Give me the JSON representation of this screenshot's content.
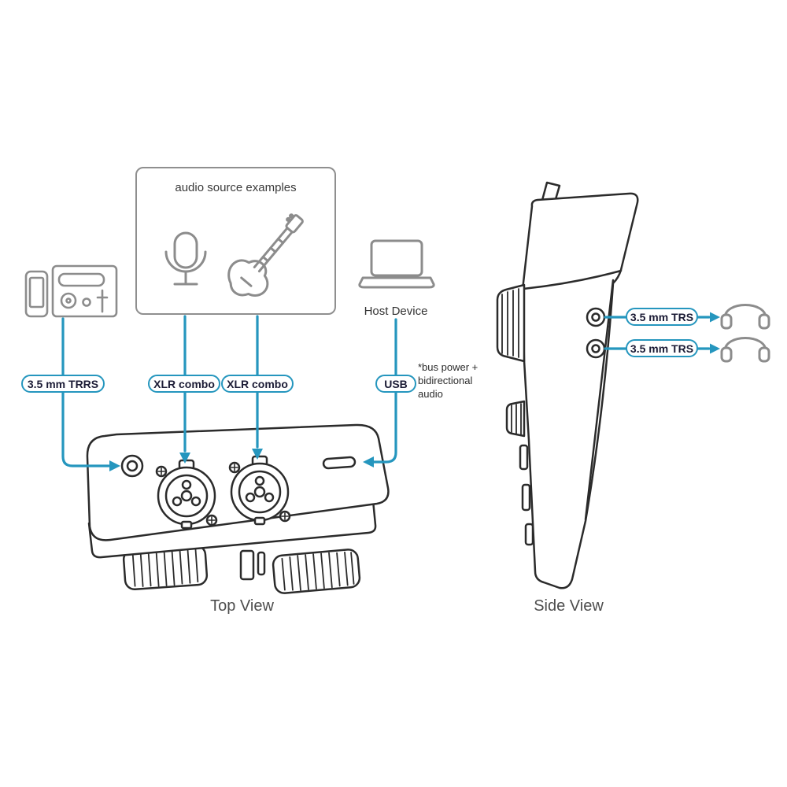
{
  "labels": {
    "audio_source_title": "audio source examples",
    "host_device": "Host Device",
    "trrs": "3.5 mm TRRS",
    "xlr_combo_1": "XLR combo",
    "xlr_combo_2": "XLR combo",
    "usb": "USB",
    "trs_1": "3.5 mm TRS",
    "trs_2": "3.5 mm TRS",
    "bus_note": "*bus power + bidirectional audio",
    "top_view": "Top View",
    "side_view": "Side View"
  },
  "colors": {
    "accent": "#2596BE",
    "device_outline": "#2B2B2B",
    "icon_gray": "#8C8C8C",
    "label_text": "#1B1B35",
    "caption_text": "#4D4D4D"
  },
  "icons": [
    "phone-icon",
    "media-player-icon",
    "microphone-icon",
    "guitar-icon",
    "laptop-icon",
    "headphones-icon-1",
    "headphones-icon-2"
  ]
}
